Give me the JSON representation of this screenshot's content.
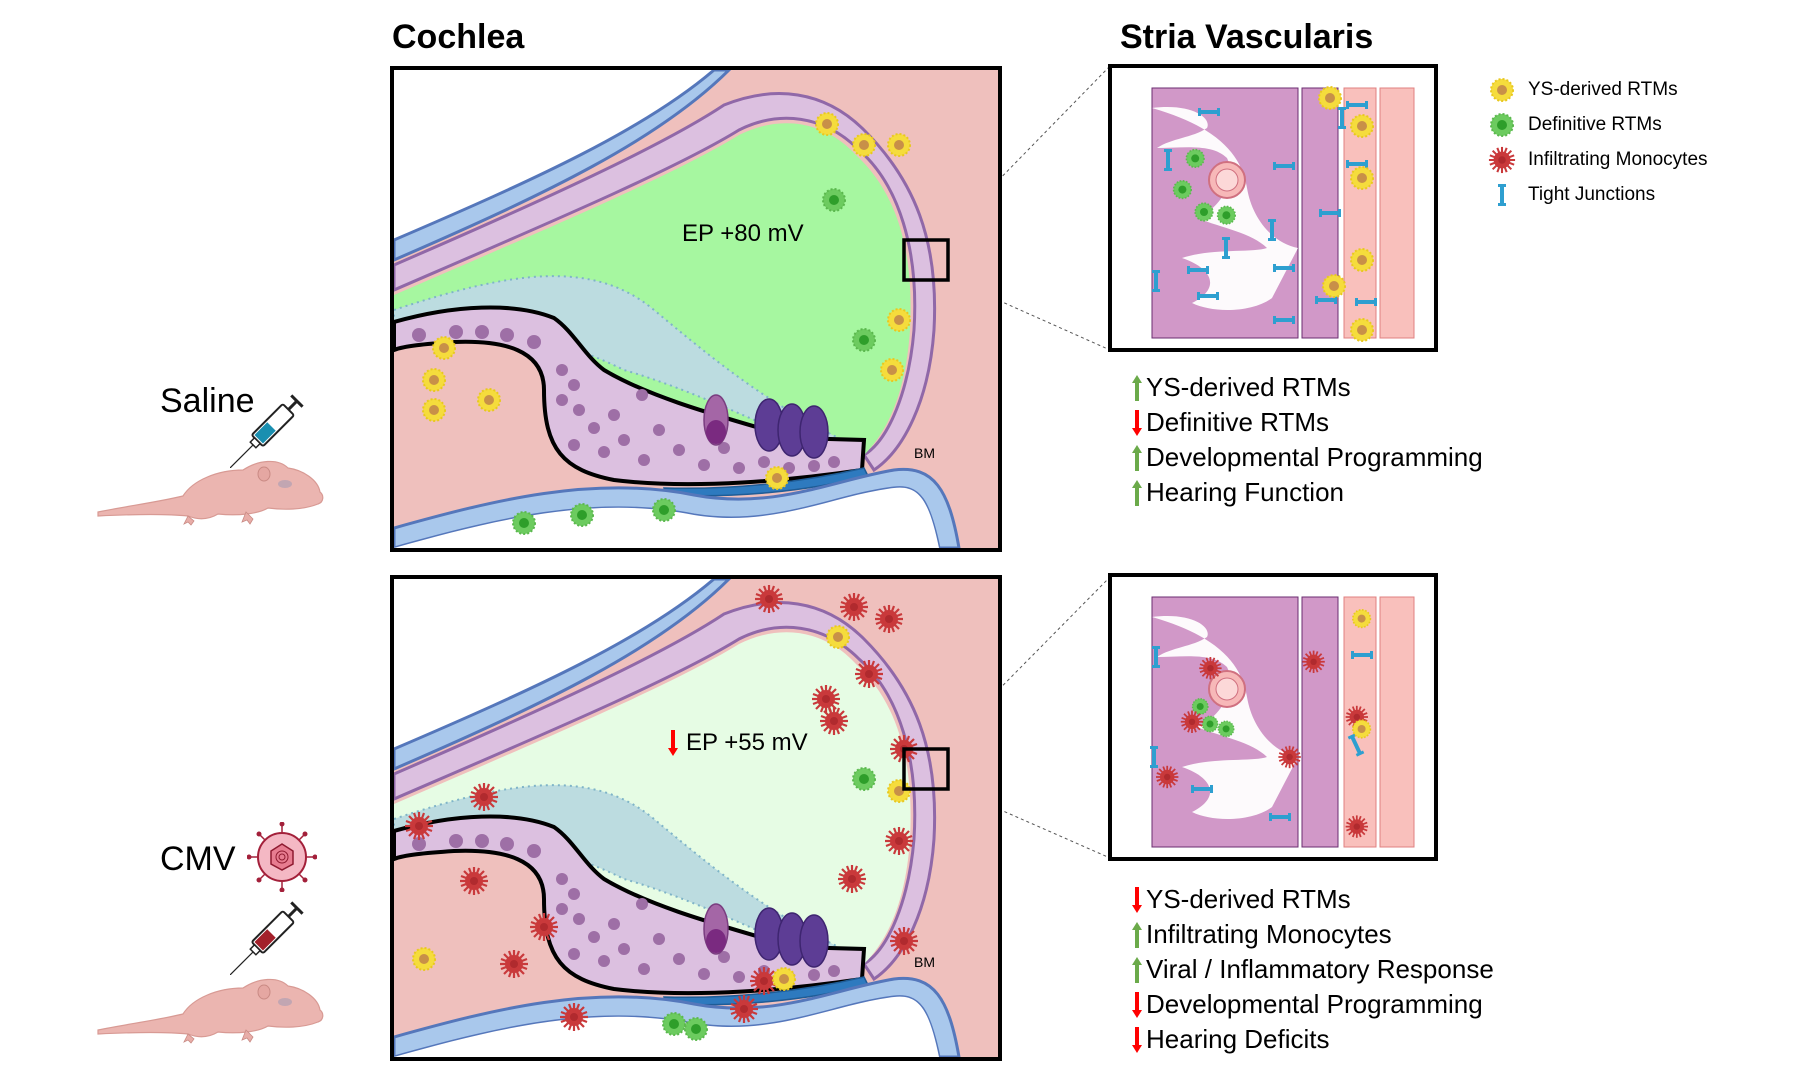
{
  "titles": {
    "cochlea": "Cochlea",
    "stria": "Stria Vascularis"
  },
  "legend": {
    "items": [
      {
        "icon": "ys-derived-rtm-icon",
        "label": "YS-derived RTMs",
        "color": "#F5DC3C"
      },
      {
        "icon": "definitive-rtm-icon",
        "label": "Definitive RTMs",
        "color": "#6CCB5F"
      },
      {
        "icon": "infiltrating-monocyte-icon",
        "label": "Infiltrating Monocytes",
        "color": "#C9393B"
      },
      {
        "icon": "tight-junction-icon",
        "label": "Tight Junctions",
        "color": "#2E9FD0"
      }
    ]
  },
  "conditions": [
    {
      "label": "Saline",
      "syringe_fill": "#1A8FB0",
      "endolymph_color": "#A6F7A0",
      "ep_label": "EP +80 mV",
      "ep_arrow": "none",
      "bm_label": "BM",
      "summary": [
        {
          "dir": "up",
          "text": "YS-derived RTMs"
        },
        {
          "dir": "down",
          "text": "Definitive RTMs"
        },
        {
          "dir": "up",
          "text": "Developmental Programming"
        },
        {
          "dir": "up",
          "text": "Hearing Function"
        }
      ]
    },
    {
      "label": "CMV",
      "syringe_fill": "#A3202A",
      "endolymph_color": "#E6FCE4",
      "ep_label": "EP +55 mV",
      "ep_arrow": "down",
      "bm_label": "BM",
      "summary": [
        {
          "dir": "down",
          "text": "YS-derived RTMs"
        },
        {
          "dir": "up",
          "text": "Infiltrating Monocytes"
        },
        {
          "dir": "up",
          "text": "Viral / Inflammatory Response"
        },
        {
          "dir": "down",
          "text": "Developmental Programming"
        },
        {
          "dir": "down",
          "text": "Hearing Deficits"
        }
      ]
    }
  ],
  "colors": {
    "up_arrow": "#6BAA4A",
    "down_arrow": "#FF0000",
    "tissue_pink": "#EFC0BD",
    "membrane_purple": "#DCC0E0",
    "stria_purple": "#D198C8",
    "stria_pink": "#F9C0BC",
    "cell_blue": "#A9C8EC",
    "cell_blue_border": "#5577BB"
  }
}
